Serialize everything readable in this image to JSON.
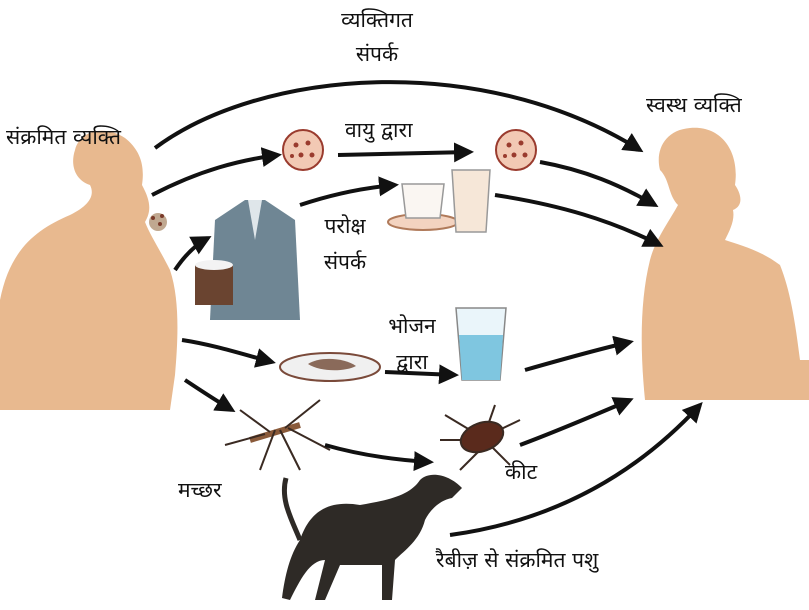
{
  "labels": {
    "personal_contact_line1": "व्यक्तिगत",
    "personal_contact_line2": "संपर्क",
    "infected_person": "संक्रमित व्यक्ति",
    "healthy_person": "स्वस्थ व्यक्ति",
    "by_air": "वायु द्वारा",
    "indirect_contact_line1": "परोक्ष",
    "indirect_contact_line2": "संपर्क",
    "by_food_line1": "भोजन",
    "by_food_line2": "द्वारा",
    "mosquito": "मच्छर",
    "insect": "कीट",
    "rabies_animal": "रैबीज़ से संक्रमित पशु"
  },
  "colors": {
    "skin": "#e8b98f",
    "arrow": "#111111",
    "germ_fill": "#f2c9b4",
    "germ_dot": "#9a3b2e",
    "jacket": "#6f8694",
    "water": "#7fc6e0",
    "dog": "#2e2a26"
  },
  "icons": [
    "infected-person-figure",
    "healthy-person-figure",
    "germ-droplet-icon",
    "jacket-icon",
    "cup-saucer-icon",
    "glass-icon",
    "plate-icon",
    "water-glass-icon",
    "mosquito-icon",
    "tick-insect-icon",
    "dog-icon"
  ]
}
